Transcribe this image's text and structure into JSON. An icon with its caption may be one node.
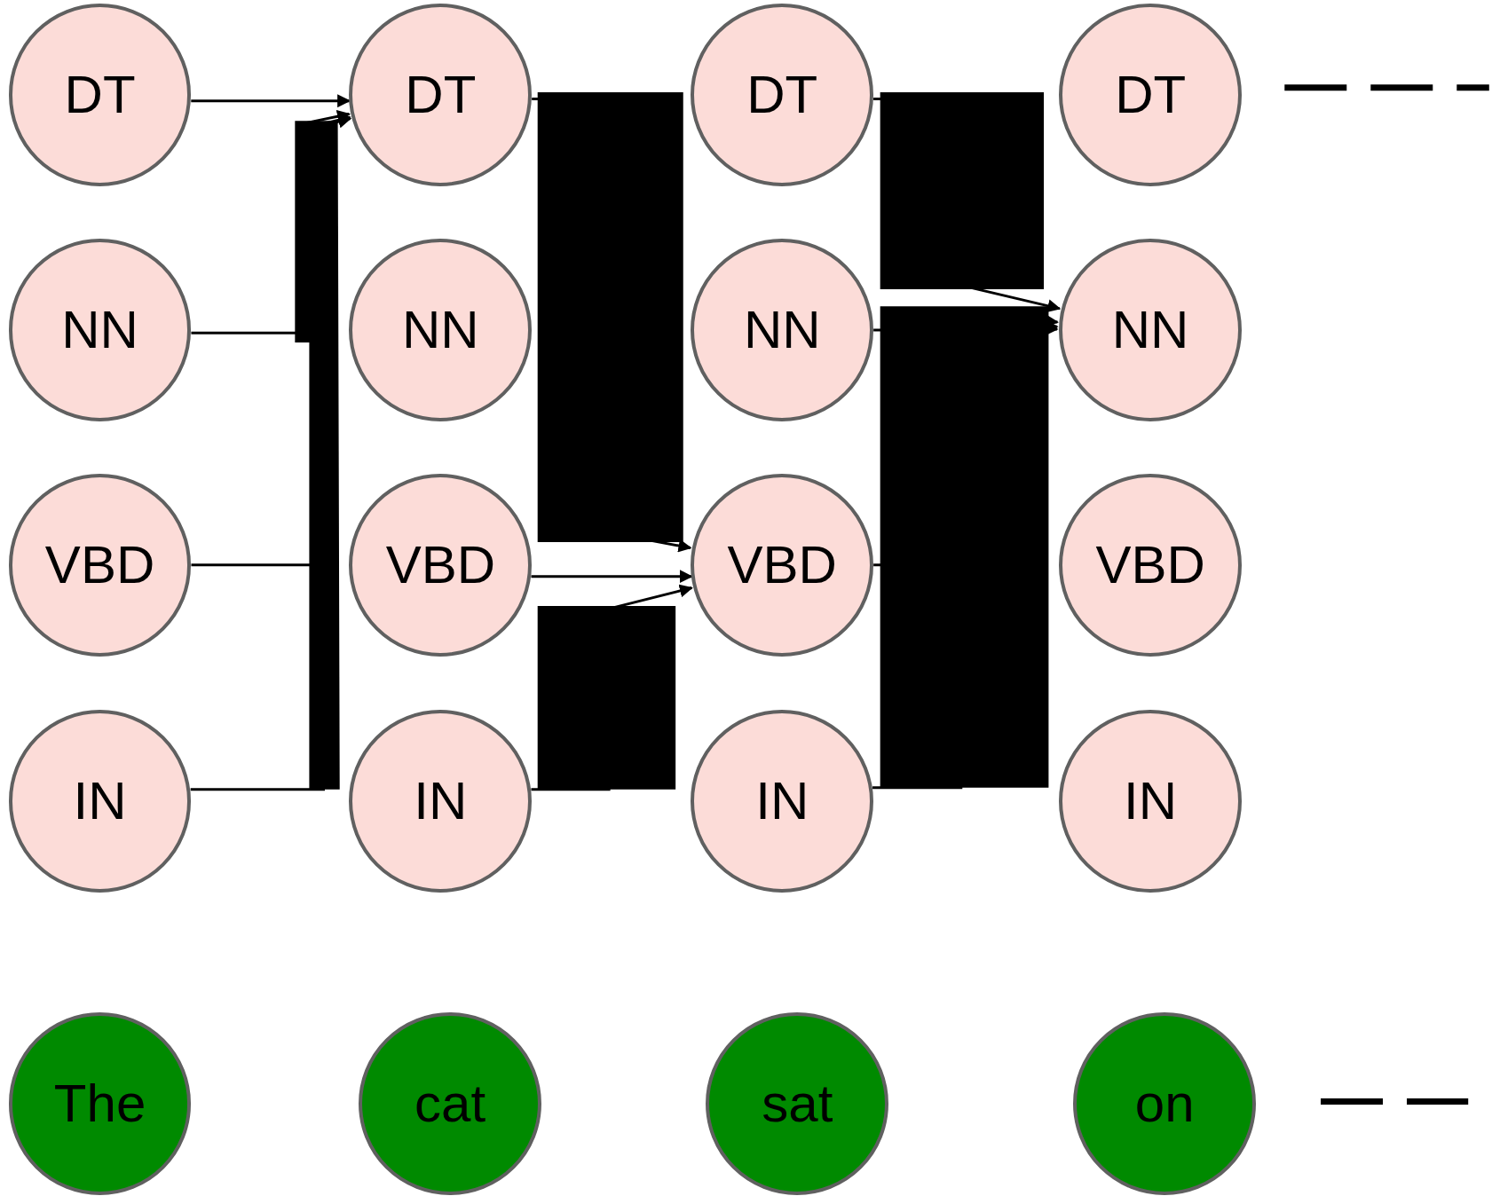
{
  "diagram": {
    "nodes": [
      {
        "text": [
          "DT"
        ]
      },
      {
        "text": [
          "DT"
        ]
      },
      {
        "text": [
          "DT"
        ]
      },
      {
        "text": [
          "DT"
        ]
      },
      {
        "text": [
          "NN"
        ]
      },
      {
        "text": [
          "NN"
        ]
      },
      {
        "text": [
          "NN"
        ]
      },
      {
        "text": [
          "NN"
        ]
      },
      {
        "text": [
          "VBD"
        ]
      },
      {
        "text": [
          "VBD"
        ]
      },
      {
        "text": [
          "VBD"
        ]
      },
      {
        "text": [
          "VBD"
        ]
      },
      {
        "text": [
          "IN"
        ]
      },
      {
        "text": [
          "IN"
        ]
      },
      {
        "text": [
          "IN"
        ]
      },
      {
        "text": [
          "IN"
        ]
      },
      {
        "text": [
          "The"
        ]
      },
      {
        "text": [
          "cat"
        ]
      },
      {
        "text": [
          "sat"
        ]
      },
      {
        "text": [
          "on"
        ]
      }
    ],
    "edges": [
      {
        "from": 0,
        "to": 1,
        "arrow": "to"
      },
      {
        "from": 4,
        "to": 1,
        "arrow": "to"
      },
      {
        "from": 8,
        "to": 1,
        "arrow": "to"
      },
      {
        "from": 12,
        "to": 1,
        "arrow": "to"
      },
      {
        "from": 1,
        "to": 10,
        "arrow": "to"
      },
      {
        "from": 9,
        "to": 10,
        "arrow": "to"
      },
      {
        "from": 13,
        "to": 10,
        "arrow": "to"
      },
      {
        "from": 2,
        "to": 7,
        "arrow": "to"
      },
      {
        "from": 6,
        "to": 7,
        "arrow": "to"
      },
      {
        "from": 10,
        "to": 7,
        "arrow": "to"
      },
      {
        "from": 14,
        "to": 7,
        "arrow": "to"
      }
    ]
  }
}
